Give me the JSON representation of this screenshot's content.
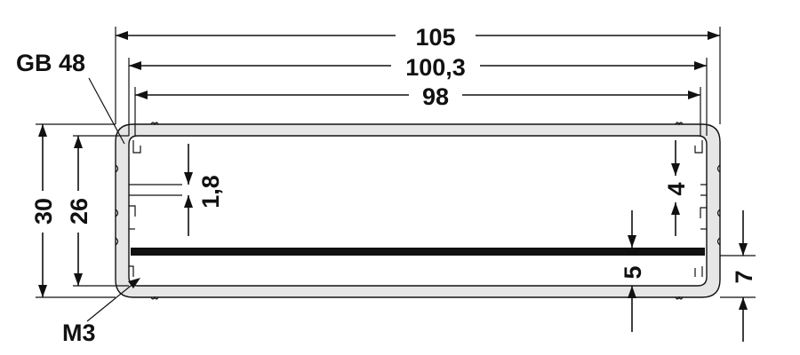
{
  "labels": {
    "profile_name": "GB 48",
    "screw": "M3",
    "width_overall": "105",
    "width_mid": "100,3",
    "width_inner": "98",
    "height_overall": "30",
    "height_inner": "26",
    "slot_gap": "1,8",
    "slot_gap_right": "4",
    "pcb_offset": "5",
    "pcb_bottom": "7"
  },
  "colors": {
    "profile_fill": "#e6e6e6",
    "line": "#111111",
    "board": "#111111",
    "background": "#ffffff"
  }
}
